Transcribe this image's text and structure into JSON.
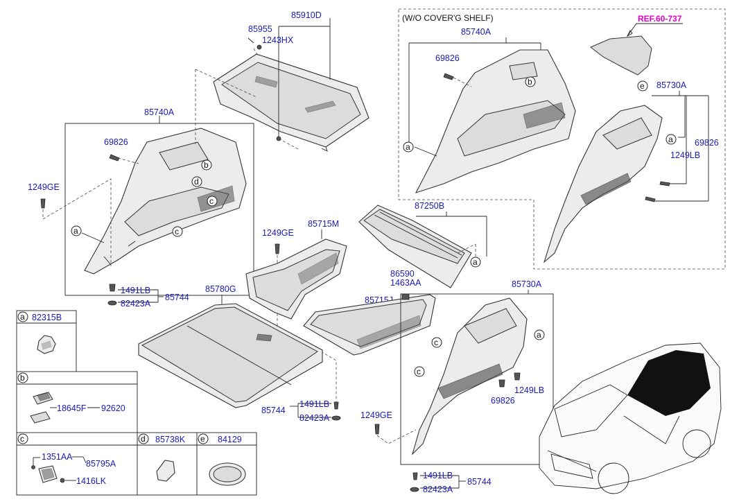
{
  "shelf_note": "(W/O COVER'G SHELF)",
  "ref_label": "REF.60-737",
  "parts": {
    "p85910D": "85910D",
    "p85955": "85955",
    "p1243HX": "1243HX",
    "p85740A_left": "85740A",
    "p69826_left": "69826",
    "p1249GE_left": "1249GE",
    "p1491LB_left": "1491LB",
    "p82423A_left": "82423A",
    "p85744_left": "85744",
    "p85740A_right": "85740A",
    "p69826_right": "69826",
    "p85730A_top": "85730A",
    "p69826_top": "69826",
    "p1249LB_top": "1249LB",
    "p1249GE_mid": "1249GE",
    "p85715M": "85715M",
    "p87250B": "87250B",
    "p86590": "86590",
    "p1463AA": "1463AA",
    "p85715J": "85715J",
    "p85780G": "85780G",
    "p1491LB_mid": "1491LB",
    "p85744_mid": "85744",
    "p82423A_mid": "82423A",
    "p85730A_bot": "85730A",
    "p69826_bot": "69826",
    "p1249LB_bot": "1249LB",
    "p1249GE_bot": "1249GE",
    "p1491LB_bot": "1491LB",
    "p85744_bot": "85744",
    "p82423A_bot": "82423A"
  },
  "legend": {
    "a": {
      "letter": "a",
      "part": "82315B"
    },
    "b": {
      "letter": "b",
      "part1": "18645F",
      "part2": "92620"
    },
    "c": {
      "letter": "c",
      "part1": "1351AA",
      "part2": "85795A",
      "part3": "1416LK"
    },
    "d": {
      "letter": "d",
      "part": "85738K"
    },
    "e": {
      "letter": "e",
      "part": "84129"
    }
  },
  "callouts": {
    "a": "a",
    "b": "b",
    "c": "c",
    "d": "d",
    "e": "e"
  }
}
